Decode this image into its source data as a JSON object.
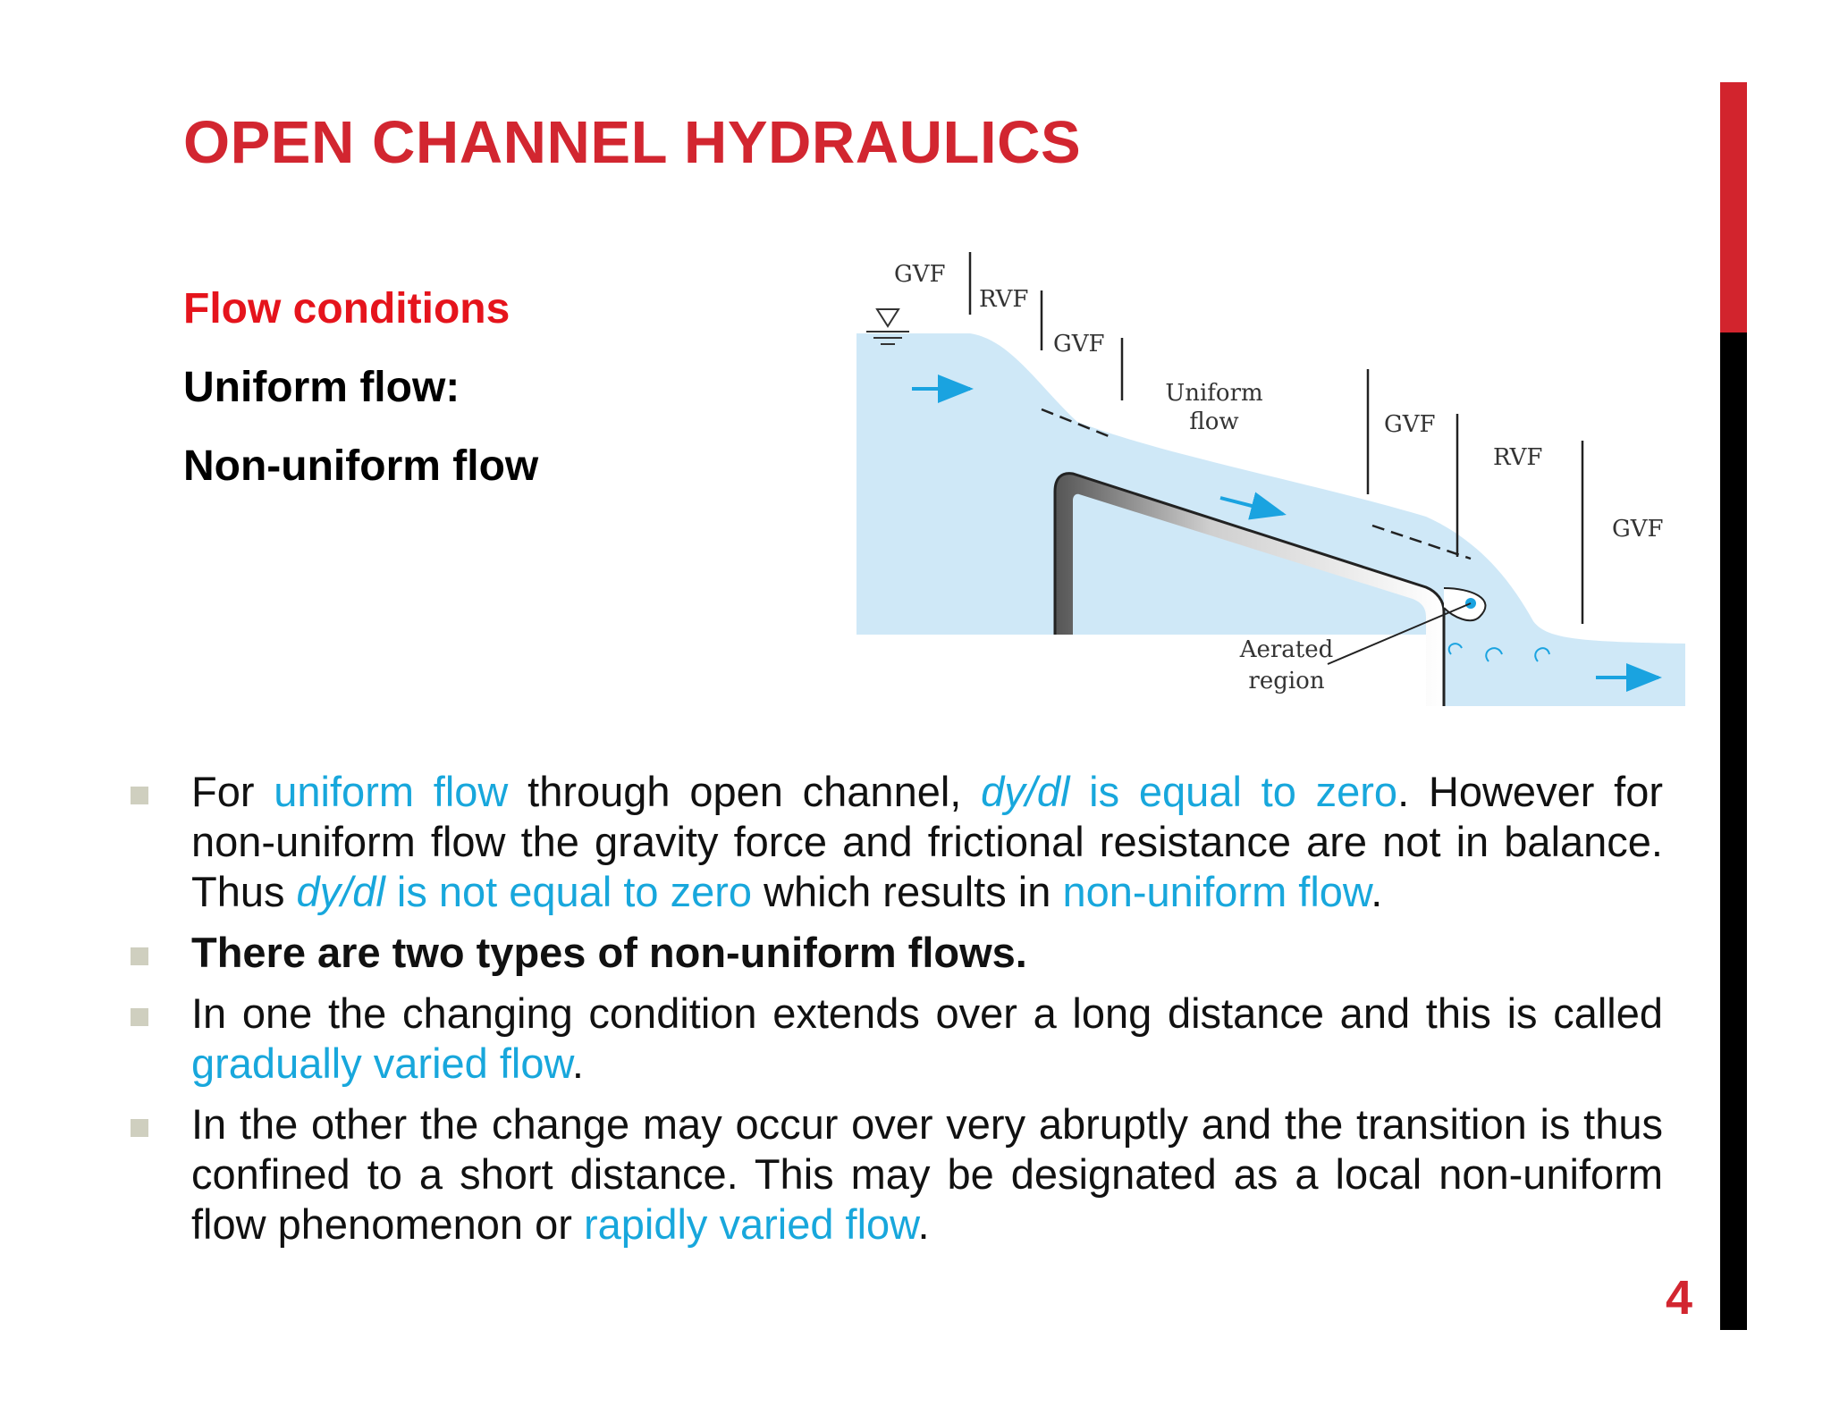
{
  "slide": {
    "title": "OPEN CHANNEL HYDRAULICS",
    "page_number": "4",
    "colors": {
      "accent_red": "#d22630",
      "highlight_blue": "#18a7dc",
      "bar_black": "#000000"
    }
  },
  "subheads": {
    "flow_conditions": "Flow conditions",
    "uniform_flow": "Uniform flow:",
    "non_uniform_flow": "Non-uniform flow"
  },
  "diagram": {
    "labels": {
      "gvf_1": "GVF",
      "rvf_1": "RVF",
      "gvf_2": "GVF",
      "uniform_l1": "Uniform",
      "uniform_l2": "flow",
      "gvf_3": "GVF",
      "rvf_2": "RVF",
      "gvf_4": "GVF",
      "aerated_l1": "Aerated",
      "aerated_l2": "region"
    }
  },
  "bullets": {
    "b1": {
      "t1": "For ",
      "h1": "uniform flow",
      "t2": " through open channel, ",
      "h2_italic": "dy/dl",
      "h3": " is equal to zero",
      "t3": ". However for non-uniform flow the gravity force and frictional resistance are not in balance. Thus ",
      "h4_italic": "dy/dl",
      "h5": " is not equal to zero",
      "t4": " which results in ",
      "h6": "non-uniform flow",
      "t5": "."
    },
    "b2": {
      "text": "There are two types of non-uniform flows."
    },
    "b3": {
      "t1": "In one the changing condition extends over a long distance and this is called ",
      "h1": "gradually varied flow",
      "t2": "."
    },
    "b4": {
      "t1": "In the other the change may occur over very abruptly and the transition is thus confined to a short distance. This may be designated as a local non-uniform flow phenomenon or ",
      "h1": "rapidly varied flow",
      "t2": "."
    }
  }
}
